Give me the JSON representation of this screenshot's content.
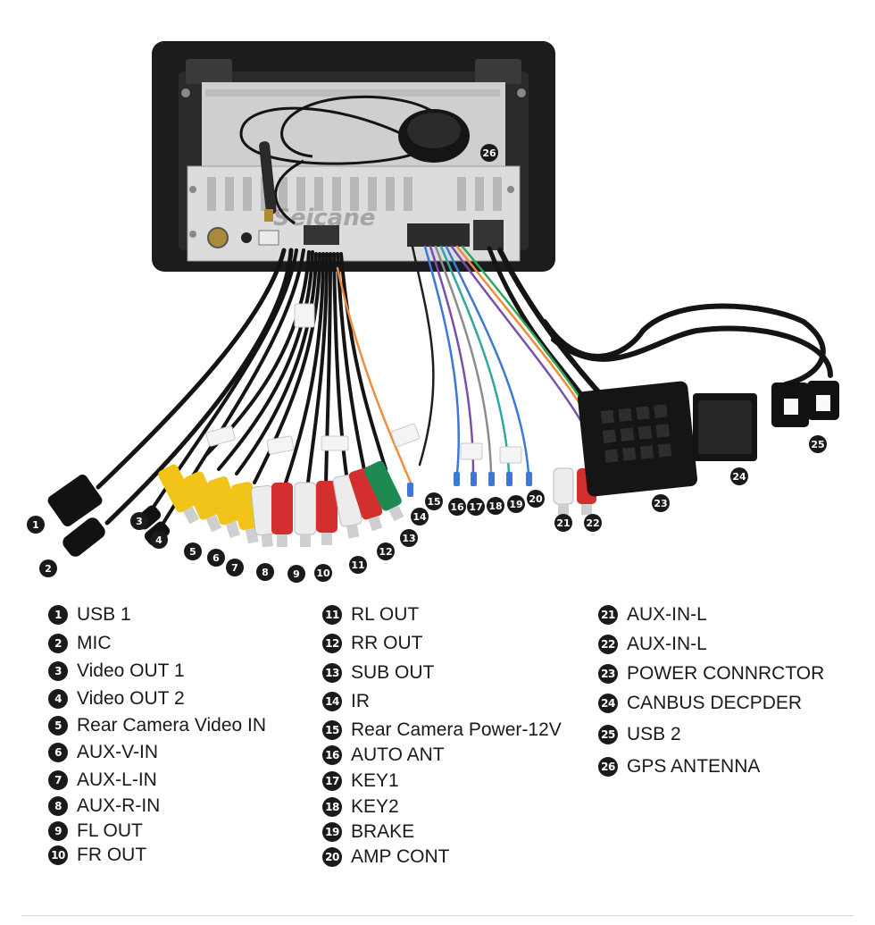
{
  "watermark": "Seicane",
  "callouts": [
    {
      "n": "1"
    },
    {
      "n": "2"
    },
    {
      "n": "3"
    },
    {
      "n": "4"
    },
    {
      "n": "5"
    },
    {
      "n": "6"
    },
    {
      "n": "7"
    },
    {
      "n": "8"
    },
    {
      "n": "9"
    },
    {
      "n": "10"
    },
    {
      "n": "11"
    },
    {
      "n": "12"
    },
    {
      "n": "13"
    },
    {
      "n": "14"
    },
    {
      "n": "15"
    },
    {
      "n": "16"
    },
    {
      "n": "17"
    },
    {
      "n": "18"
    },
    {
      "n": "19"
    },
    {
      "n": "20"
    },
    {
      "n": "21"
    },
    {
      "n": "22"
    },
    {
      "n": "23"
    },
    {
      "n": "24"
    },
    {
      "n": "25"
    },
    {
      "n": "26"
    }
  ],
  "legend": [
    [
      {
        "n": "1",
        "label": "USB 1"
      },
      {
        "n": "2",
        "label": "MIC"
      },
      {
        "n": "3",
        "label": "Video OUT 1"
      },
      {
        "n": "4",
        "label": "Video OUT 2"
      },
      {
        "n": "5",
        "label": "Rear Camera Video IN"
      },
      {
        "n": "6",
        "label": "AUX-V-IN"
      },
      {
        "n": "7",
        "label": "AUX-L-IN"
      },
      {
        "n": "8",
        "label": "AUX-R-IN"
      },
      {
        "n": "9",
        "label": "FL OUT"
      },
      {
        "n": "10",
        "label": "FR OUT"
      }
    ],
    [
      {
        "n": "11",
        "label": "RL OUT"
      },
      {
        "n": "12",
        "label": "RR OUT"
      },
      {
        "n": "13",
        "label": "SUB OUT"
      },
      {
        "n": "14",
        "label": "IR"
      },
      {
        "n": "15",
        "label": "Rear Camera Power-12V"
      },
      {
        "n": "16",
        "label": "AUTO  ANT"
      },
      {
        "n": "17",
        "label": "KEY1"
      },
      {
        "n": "18",
        "label": "KEY2"
      },
      {
        "n": "19",
        "label": "BRAKE"
      },
      {
        "n": "20",
        "label": "AMP CONT"
      }
    ],
    [
      {
        "n": "21",
        "label": "AUX-IN-L"
      },
      {
        "n": "22",
        "label": "AUX-IN-L"
      },
      {
        "n": "23",
        "label": "POWER CONNRCTOR"
      },
      {
        "n": "24",
        "label": "CANBUS DECPDER"
      },
      {
        "n": "25",
        "label": "USB 2"
      },
      {
        "n": "26",
        "label": "GPS ANTENNA"
      }
    ]
  ],
  "colors": {
    "frame": "#1c1c1e",
    "chassis": "#d9d9d9",
    "cable": "#141414",
    "rca_yellow": "#f2c318",
    "rca_white": "#ececec",
    "rca_red": "#d42f2f",
    "rca_green": "#1e8a53",
    "wire_orange": "#f08c3c",
    "wire_purple": "#7b4fa8",
    "wire_blue": "#3c78d8",
    "badge": "#1a1a1a"
  }
}
